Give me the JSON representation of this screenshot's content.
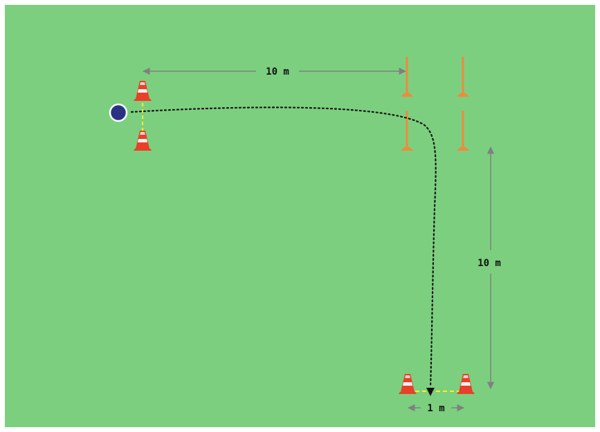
{
  "diagram": {
    "colors": {
      "field": "#7ccf7f",
      "measure_line": "#808080",
      "path": "#111111",
      "player": "#2a3383",
      "cone": "#e8402a",
      "pole": "#f08a3c",
      "gate_line": "#ffee22"
    },
    "labels": {
      "top_distance": "10 m",
      "right_distance": "10 m",
      "gate_width": "1 m"
    },
    "icons": [
      "cone-icon",
      "pole-icon",
      "player-marker-icon",
      "arrowhead-icon"
    ]
  }
}
